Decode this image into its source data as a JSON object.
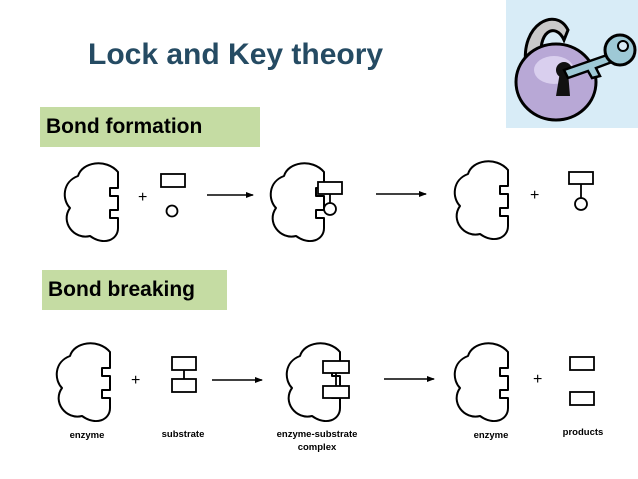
{
  "title": "Lock and Key theory",
  "sections": [
    {
      "label": "Bond formation"
    },
    {
      "label": "Bond breaking"
    }
  ],
  "captions": {
    "enzyme": "enzyme",
    "substrate": "substrate",
    "complex_line1": "enzyme-substrate",
    "complex_line2": "complex",
    "products": "products"
  },
  "symbols": {
    "plus": "+"
  },
  "colors": {
    "title": "#254b63",
    "label_background": "#c5dca3",
    "clipart_background": "#d8ecf7",
    "lock_body": "#b8a8d6",
    "key": "#9ec9d6"
  },
  "icons": {
    "clipart": "padlock-with-key-icon"
  }
}
